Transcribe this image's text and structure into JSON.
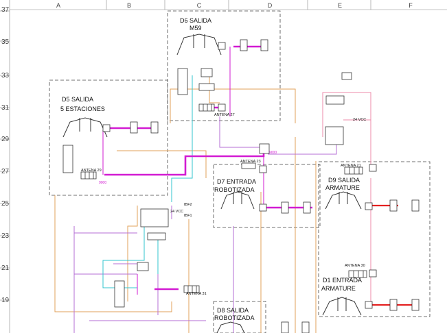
{
  "columns": [
    "A",
    "B",
    "C",
    "D",
    "E",
    "F"
  ],
  "rows": [
    "37",
    "35",
    "33",
    "31",
    "29",
    "27",
    "25",
    "23",
    "21",
    "19"
  ],
  "colors": {
    "magenta": "#d21ad2",
    "purple": "#b46ed6",
    "orange": "#e2a25a",
    "cyan": "#30c6cf",
    "red": "#e42020",
    "pink": "#ec8aa8",
    "dashed": "#444444"
  },
  "zones": {
    "d6": {
      "title1": "D6 SALIDA",
      "title2": "M59"
    },
    "d5": {
      "title1": "D5 SALIDA",
      "title2": "5 ESTACIONES"
    },
    "d7": {
      "title1": "D7 ENTRADA",
      "title2": "ROBOTIZADA"
    },
    "d9": {
      "title1": "D9 SALIDA",
      "title2": "ARMATURE"
    },
    "d1": {
      "title1": "D1 ENTRADA",
      "title2": "ARMATURE"
    },
    "d8": {
      "title1": "D8 SALIDA",
      "title2": "ROBOTIZADA"
    }
  },
  "labels": {
    "antena27": "ANTENA 27",
    "antena29": "ANTENA 29",
    "antena23": "ANTENA 23",
    "antena21": "ANTENA 21",
    "antena30": "ANTENA 30",
    "antena31": "ANTENA 31",
    "vcc24": "24 VCC",
    "vcc24b": "24 VCC",
    "ibf2": "IBF2",
    "ibf1": "IBF1",
    "node9000": "9000",
    "node9000b": "9000"
  }
}
